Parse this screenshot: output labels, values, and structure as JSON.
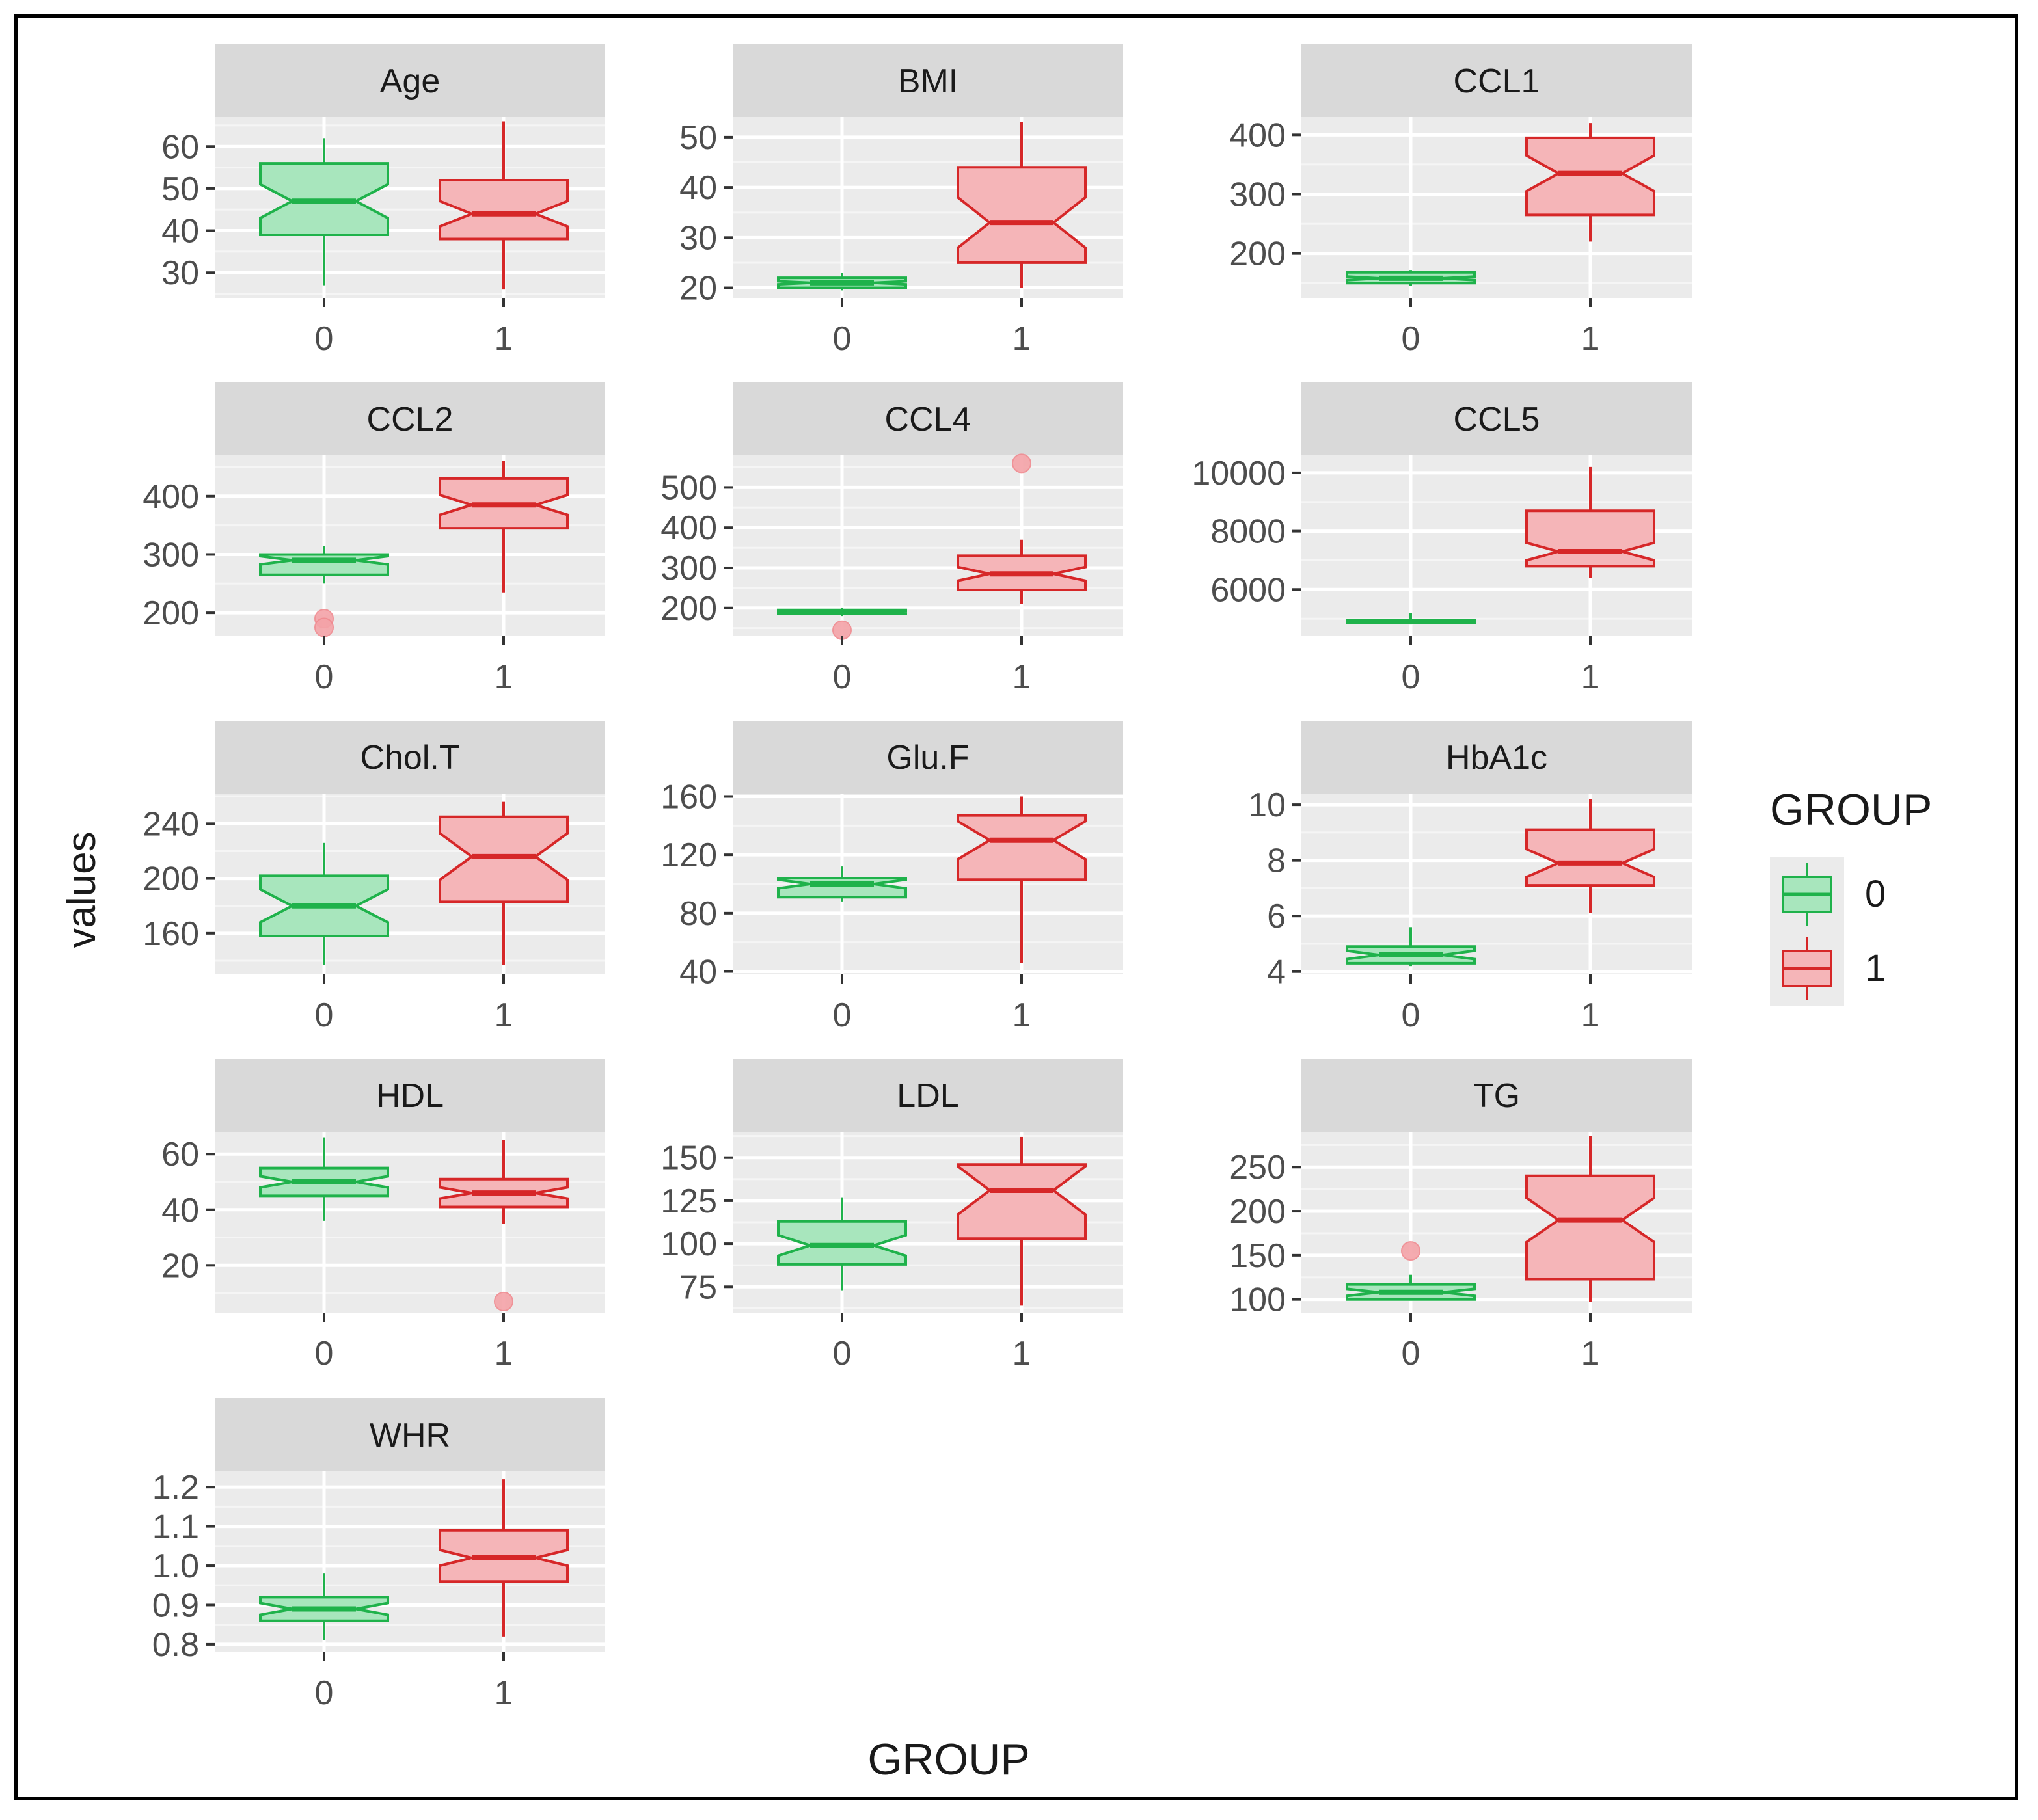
{
  "colors": {
    "group0_line": "#1fb24b",
    "group0_fill": "#a8e6bd",
    "group1_line": "#d62728",
    "group1_fill": "#f5b5b8",
    "panel_bg": "#ebebeb",
    "strip_bg": "#d9d9d9",
    "grid_major": "#ffffff",
    "grid_minor": "#f5f5f5",
    "tick_text": "#4d4d4d",
    "outlier": "#f4a3a8"
  },
  "chart_data": {
    "type": "boxplot",
    "xlabel": "GROUP",
    "ylabel": "values",
    "categories": [
      "0",
      "1"
    ],
    "legend": {
      "title": "GROUP",
      "entries": [
        "0",
        "1"
      ],
      "position": "right"
    },
    "facets": [
      {
        "title": "Age",
        "ylim": [
          24,
          67
        ],
        "ticks": [
          30,
          40,
          50,
          60
        ],
        "boxes": [
          {
            "group": "0",
            "min": 27,
            "q1": 39,
            "median": 47,
            "q3": 56,
            "max": 62,
            "notch": [
              43,
              51
            ],
            "outliers": []
          },
          {
            "group": "1",
            "min": 26,
            "q1": 38,
            "median": 44,
            "q3": 52,
            "max": 66,
            "notch": [
              41,
              47
            ],
            "outliers": []
          }
        ]
      },
      {
        "title": "BMI",
        "ylim": [
          18,
          54
        ],
        "ticks": [
          20,
          30,
          40,
          50
        ],
        "boxes": [
          {
            "group": "0",
            "min": 19.5,
            "q1": 20,
            "median": 21,
            "q3": 22,
            "max": 23,
            "notch": [
              20.7,
              21.3
            ],
            "outliers": []
          },
          {
            "group": "1",
            "min": 20,
            "q1": 25,
            "median": 33,
            "q3": 44,
            "max": 53,
            "notch": [
              28,
              38
            ],
            "outliers": []
          }
        ]
      },
      {
        "title": "CCL1",
        "ylim": [
          125,
          430
        ],
        "ticks": [
          200,
          300,
          400
        ],
        "boxes": [
          {
            "group": "0",
            "min": 145,
            "q1": 150,
            "median": 158,
            "q3": 168,
            "max": 172,
            "notch": [
              155,
              161
            ],
            "outliers": []
          },
          {
            "group": "1",
            "min": 220,
            "q1": 265,
            "median": 335,
            "q3": 395,
            "max": 420,
            "notch": [
              305,
              365
            ],
            "outliers": []
          }
        ]
      },
      {
        "title": "CCL2",
        "ylim": [
          160,
          470
        ],
        "ticks": [
          200,
          300,
          400
        ],
        "boxes": [
          {
            "group": "0",
            "min": 250,
            "q1": 265,
            "median": 290,
            "q3": 300,
            "max": 315,
            "notch": [
              283,
              297
            ],
            "outliers": [
              190,
              175
            ]
          },
          {
            "group": "1",
            "min": 235,
            "q1": 345,
            "median": 385,
            "q3": 430,
            "max": 460,
            "notch": [
              368,
              402
            ],
            "outliers": []
          }
        ]
      },
      {
        "title": "CCL4",
        "ylim": [
          130,
          580
        ],
        "ticks": [
          200,
          300,
          400,
          500
        ],
        "boxes": [
          {
            "group": "0",
            "min": 180,
            "q1": 185,
            "median": 190,
            "q3": 195,
            "max": 200,
            "notch": [
              188,
              192
            ],
            "outliers": [
              145
            ]
          },
          {
            "group": "1",
            "min": 210,
            "q1": 245,
            "median": 285,
            "q3": 330,
            "max": 370,
            "notch": [
              268,
              302
            ],
            "outliers": [
              560
            ]
          }
        ]
      },
      {
        "title": "CCL5",
        "ylim": [
          4400,
          10600
        ],
        "ticks": [
          6000,
          8000,
          10000
        ],
        "boxes": [
          {
            "group": "0",
            "min": 4800,
            "q1": 4850,
            "median": 4900,
            "q3": 4950,
            "max": 5200,
            "notch": [
              4880,
              4920
            ],
            "outliers": []
          },
          {
            "group": "1",
            "min": 6400,
            "q1": 6800,
            "median": 7300,
            "q3": 8700,
            "max": 10200,
            "notch": [
              7000,
              7600
            ],
            "outliers": []
          }
        ]
      },
      {
        "title": "Chol.T",
        "ylim": [
          130,
          262
        ],
        "ticks": [
          160,
          200,
          240
        ],
        "boxes": [
          {
            "group": "0",
            "min": 137,
            "q1": 158,
            "median": 180,
            "q3": 202,
            "max": 226,
            "notch": [
              168,
              192
            ],
            "outliers": []
          },
          {
            "group": "1",
            "min": 137,
            "q1": 183,
            "median": 216,
            "q3": 245,
            "max": 256,
            "notch": [
              199,
              233
            ],
            "outliers": []
          }
        ]
      },
      {
        "title": "Glu.F",
        "ylim": [
          38,
          162
        ],
        "ticks": [
          40,
          80,
          120,
          160
        ],
        "boxes": [
          {
            "group": "0",
            "min": 88,
            "q1": 91,
            "median": 100,
            "q3": 104,
            "max": 112,
            "notch": [
              97,
              103
            ],
            "outliers": []
          },
          {
            "group": "1",
            "min": 46,
            "q1": 103,
            "median": 130,
            "q3": 147,
            "max": 160,
            "notch": [
              117,
              143
            ],
            "outliers": []
          }
        ]
      },
      {
        "title": "HbA1c",
        "ylim": [
          3.9,
          10.4
        ],
        "ticks": [
          4,
          6,
          8,
          10
        ],
        "boxes": [
          {
            "group": "0",
            "min": 4.2,
            "q1": 4.3,
            "median": 4.6,
            "q3": 4.9,
            "max": 5.6,
            "notch": [
              4.45,
              4.75
            ],
            "outliers": []
          },
          {
            "group": "1",
            "min": 6.1,
            "q1": 7.1,
            "median": 7.9,
            "q3": 9.1,
            "max": 10.2,
            "notch": [
              7.4,
              8.4
            ],
            "outliers": []
          }
        ]
      },
      {
        "title": "HDL",
        "ylim": [
          3,
          68
        ],
        "ticks": [
          20,
          40,
          60
        ],
        "boxes": [
          {
            "group": "0",
            "min": 36,
            "q1": 45,
            "median": 50,
            "q3": 55,
            "max": 66,
            "notch": [
              48,
              52
            ],
            "outliers": []
          },
          {
            "group": "1",
            "min": 35,
            "q1": 41,
            "median": 46,
            "q3": 51,
            "max": 65,
            "notch": [
              44,
              48
            ],
            "outliers": [
              7
            ]
          }
        ]
      },
      {
        "title": "LDL",
        "ylim": [
          60,
          165
        ],
        "ticks": [
          75,
          100,
          125,
          150
        ],
        "boxes": [
          {
            "group": "0",
            "min": 73,
            "q1": 88,
            "median": 99,
            "q3": 113,
            "max": 127,
            "notch": [
              93,
              105
            ],
            "outliers": []
          },
          {
            "group": "1",
            "min": 64,
            "q1": 103,
            "median": 131,
            "q3": 146,
            "max": 162,
            "notch": [
              117,
              145
            ],
            "outliers": []
          }
        ]
      },
      {
        "title": "TG",
        "ylim": [
          85,
          290
        ],
        "ticks": [
          100,
          150,
          200,
          250
        ],
        "boxes": [
          {
            "group": "0",
            "min": 100,
            "q1": 100,
            "median": 108,
            "q3": 117,
            "max": 128,
            "notch": [
              104,
              112
            ],
            "outliers": [
              155
            ]
          },
          {
            "group": "1",
            "min": 97,
            "q1": 123,
            "median": 190,
            "q3": 240,
            "max": 285,
            "notch": [
              165,
              215
            ],
            "outliers": []
          }
        ]
      },
      {
        "title": "WHR",
        "ylim": [
          0.78,
          1.24
        ],
        "ticks": [
          0.8,
          0.9,
          1.0,
          1.1,
          1.2
        ],
        "tick_labels": [
          "0.8",
          "0.9",
          "1.0",
          "1.1",
          "1.2"
        ],
        "boxes": [
          {
            "group": "0",
            "min": 0.81,
            "q1": 0.86,
            "median": 0.89,
            "q3": 0.92,
            "max": 0.98,
            "notch": [
              0.875,
              0.905
            ],
            "outliers": []
          },
          {
            "group": "1",
            "min": 0.82,
            "q1": 0.96,
            "median": 1.02,
            "q3": 1.09,
            "max": 1.22,
            "notch": [
              1.0,
              1.04
            ],
            "outliers": []
          }
        ]
      }
    ]
  }
}
